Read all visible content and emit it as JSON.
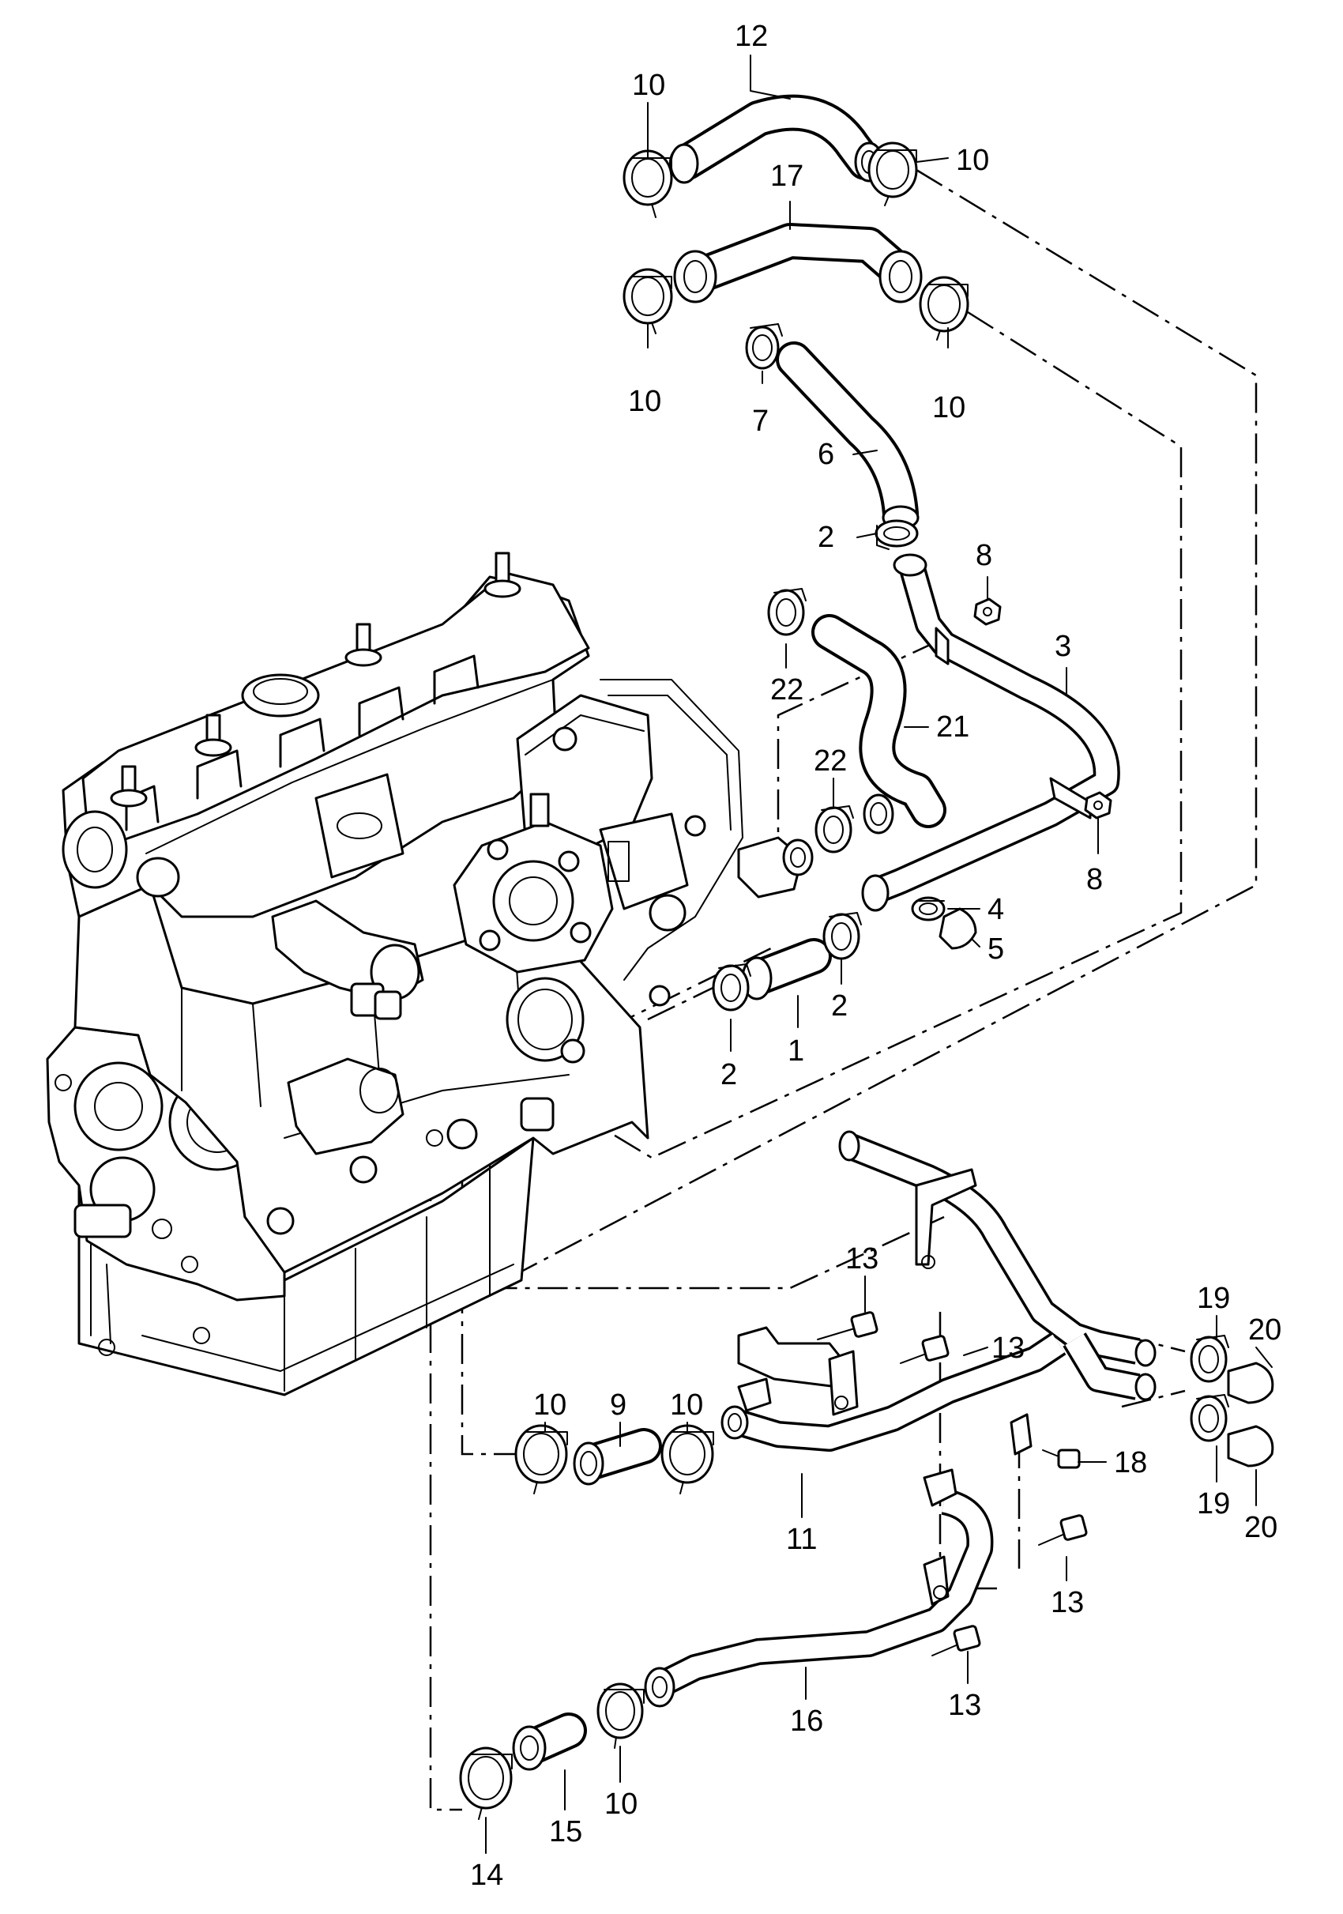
{
  "callouts": [
    {
      "id": "c12",
      "text": "12",
      "part": "hose-upper"
    },
    {
      "id": "c10a",
      "text": "10",
      "part": "clamp"
    },
    {
      "id": "c10b",
      "text": "10",
      "part": "clamp"
    },
    {
      "id": "c17",
      "text": "17",
      "part": "hose"
    },
    {
      "id": "c10c",
      "text": "10",
      "part": "clamp"
    },
    {
      "id": "c10d",
      "text": "10",
      "part": "clamp"
    },
    {
      "id": "c7",
      "text": "7",
      "part": "clamp"
    },
    {
      "id": "c6",
      "text": "6",
      "part": "hose"
    },
    {
      "id": "c2a",
      "text": "2",
      "part": "clamp"
    },
    {
      "id": "c8a",
      "text": "8",
      "part": "nut"
    },
    {
      "id": "c3",
      "text": "3",
      "part": "pipe"
    },
    {
      "id": "c22a",
      "text": "22",
      "part": "clamp"
    },
    {
      "id": "c21",
      "text": "21",
      "part": "hose"
    },
    {
      "id": "c22b",
      "text": "22",
      "part": "clamp"
    },
    {
      "id": "c8b",
      "text": "8",
      "part": "nut"
    },
    {
      "id": "c4",
      "text": "4",
      "part": "clamp"
    },
    {
      "id": "c5",
      "text": "5",
      "part": "cap"
    },
    {
      "id": "c2b",
      "text": "2",
      "part": "clamp"
    },
    {
      "id": "c1",
      "text": "1",
      "part": "hose"
    },
    {
      "id": "c2c",
      "text": "2",
      "part": "clamp"
    },
    {
      "id": "c13a",
      "text": "13",
      "part": "bolt"
    },
    {
      "id": "c19a",
      "text": "19",
      "part": "clamp"
    },
    {
      "id": "c20a",
      "text": "20",
      "part": "cap"
    },
    {
      "id": "c13b",
      "text": "13",
      "part": "bolt"
    },
    {
      "id": "c10e",
      "text": "10",
      "part": "clamp"
    },
    {
      "id": "c9",
      "text": "9",
      "part": "hose"
    },
    {
      "id": "c10f",
      "text": "10",
      "part": "clamp"
    },
    {
      "id": "c18",
      "text": "18",
      "part": "bolt"
    },
    {
      "id": "c19b",
      "text": "19",
      "part": "clamp"
    },
    {
      "id": "c20b",
      "text": "20",
      "part": "cap"
    },
    {
      "id": "c11",
      "text": "11",
      "part": "pipe"
    },
    {
      "id": "c13c",
      "text": "13",
      "part": "bolt"
    },
    {
      "id": "c13d",
      "text": "13",
      "part": "bolt"
    },
    {
      "id": "c16",
      "text": "16",
      "part": "pipe"
    },
    {
      "id": "c10g",
      "text": "10",
      "part": "clamp"
    },
    {
      "id": "c15",
      "text": "15",
      "part": "hose"
    },
    {
      "id": "c14",
      "text": "14",
      "part": "clamp"
    }
  ]
}
